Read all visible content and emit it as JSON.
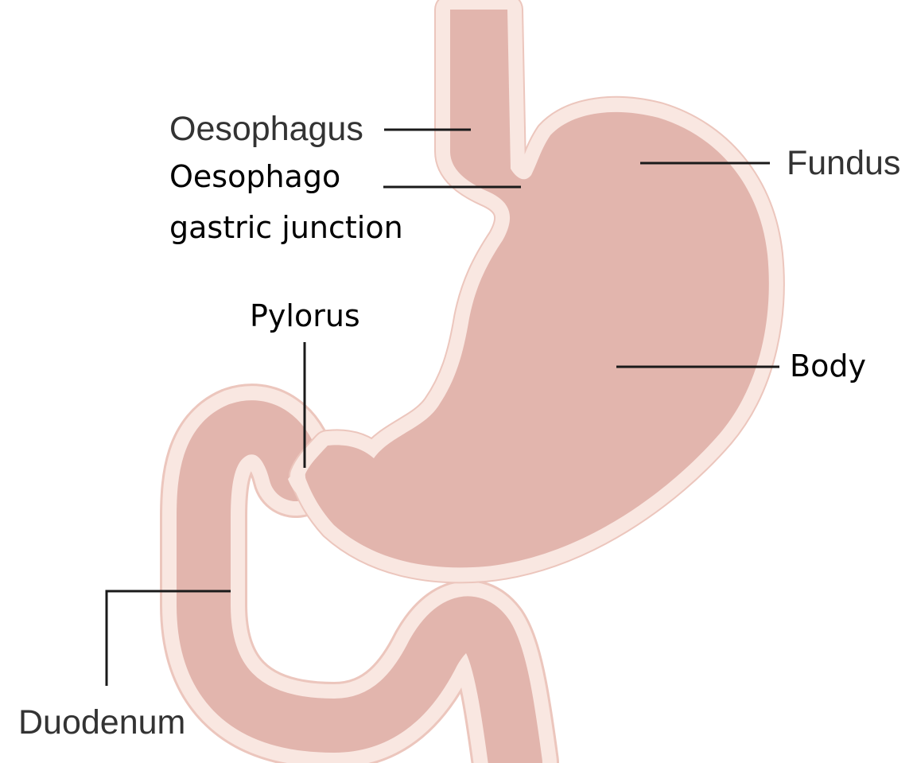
{
  "diagram": {
    "labels": {
      "oesophagus": "Oesophagus",
      "ogj_line1": "Oesophago",
      "ogj_line2": "gastric junction",
      "fundus": "Fundus",
      "pylorus": "Pylorus",
      "body": "Body",
      "duodenum": "Duodenum"
    },
    "colors": {
      "organ_fill": "#e2b5ad",
      "organ_wall": "#f9e7e1",
      "wall_outline": "#ecc6bd",
      "leader_line": "#1a1a1a",
      "grey_text": "#333333",
      "dark_text": "#000000",
      "background": "#ffffff"
    }
  }
}
